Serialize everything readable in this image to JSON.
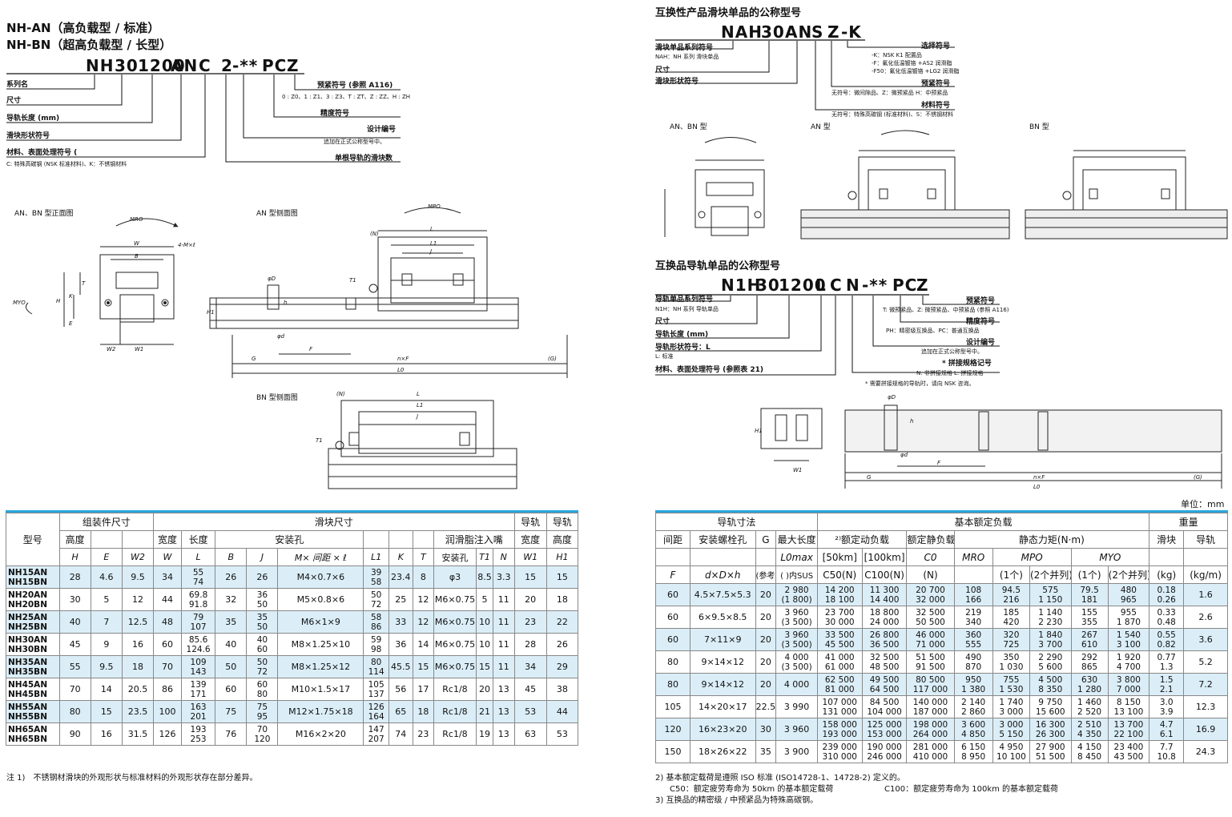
{
  "left": {
    "title_an": "NH-AN（高负载型 / 标准）",
    "title_bn": "NH-BN（超高负载型 / 长型）",
    "code_parts": [
      "NH",
      "30",
      "1200",
      "AN",
      "C",
      "2",
      "-**",
      "PC",
      "Z"
    ],
    "code_labels": [
      {
        "text": "系列名"
      },
      {
        "text": "尺寸"
      },
      {
        "text": "导轨长度 (mm)"
      },
      {
        "text": "滑块形状符号"
      },
      {
        "text": "材料、表面处理符号 ("
      },
      {
        "text": "C: 特殊高碳钢 (NSK 标准材料)、K：不锈钢材料"
      }
    ],
    "code_right_labels": [
      {
        "text": "预紧符号 (参照 A116)"
      },
      {
        "text": "0 : Z0、1 : Z1、3 : Z3、T : ZT、Z : ZZ、H : ZH"
      },
      {
        "text": "精度符号"
      },
      {
        "text": "设计编号"
      },
      {
        "text": "追加在正式公称型号中。"
      },
      {
        "text": "单根导轨的滑块数"
      }
    ],
    "front_caption": "AN、BN 型正面图",
    "an_side_caption": "AN 型侧面图",
    "bn_side_caption": "BN 型侧面图"
  },
  "right": {
    "interchange_title": "互换性产品滑块单品的公称型号",
    "block_code": [
      "NAH",
      "30",
      "AN",
      "S",
      "Z",
      "-K"
    ],
    "block_labels_left": [
      "滑块单品系列符号",
      "NAH：NH 系列 滑块单品",
      "尺寸",
      "滑块形状符号"
    ],
    "block_labels_right": [
      "选择符号",
      "-K：NSK K1 配置品",
      "-F：氟化低温镀铬 +AS2 润滑脂",
      "-F50：氟化低温镀铬 +LG2 润滑脂",
      "预紧符号",
      "无符号：微间隙品、Z：微预紧品 H：中预紧品",
      "材料符号",
      "无符号：特殊高碳钢 (标准材料)、S：不锈钢材料"
    ],
    "view_captions": [
      "AN、BN 型",
      "AN 型",
      "BN 型"
    ],
    "rail_title": "互换品导轨单品的公称型号",
    "rail_code": [
      "N1H",
      "30",
      "1200",
      "L",
      "C",
      "N",
      "-**",
      "PC",
      "Z"
    ],
    "rail_labels_left": [
      "导轨单品系列符号",
      "N1H：NH 系列 导轨单品",
      "尺寸",
      "导轨长度 (mm)",
      "导轨形状符号：L",
      "L: 标准",
      "材料、表面处理符号 (参照表 21)"
    ],
    "rail_labels_right": [
      "预紧符号",
      "T: 微预紧品、Z: 微预紧品、中预紧品 (参照 A116)",
      "精度符号",
      "PH：精密级互换品、PC：普通互换品",
      "设计编号",
      "追加在正式公称型号中。",
      "* 拼接规格记号",
      "N: 非拼接规格 L: 拼接规格",
      "* 需要拼接规格的导轨时，请向 NSK 咨询。"
    ],
    "unit_label": "单位：mm"
  },
  "left_table": {
    "h_model": "型号",
    "h_assembly": "组装件尺寸",
    "h_block": "滑块尺寸",
    "h_height": "高度",
    "h_width": "宽度",
    "h_length": "长度",
    "h_mount": "安装孔",
    "h_grease": "润滑脂注入嘴",
    "h_rail1": "导轨",
    "h_rail1b": "宽度",
    "h_rail2": "导轨",
    "h_rail2b": "高度",
    "h_install": "安装孔",
    "sym": [
      "H",
      "E",
      "W2",
      "W",
      "L",
      "B",
      "J",
      "M× 间距 × ℓ",
      "L1",
      "K",
      "T",
      "",
      "T1",
      "N",
      "W1",
      "H1"
    ],
    "rows": [
      {
        "m": [
          "NH15AN",
          "NH15BN"
        ],
        "H": "28",
        "E": "4.6",
        "W2": "9.5",
        "W": "34",
        "L": [
          "55",
          "74"
        ],
        "B": "26",
        "J": "26",
        "M": "M4×0.7×6",
        "L1": [
          "39",
          "58"
        ],
        "K": "23.4",
        "T": "8",
        "gr": "φ3",
        "T1": "8.5",
        "N": "3.3",
        "W1": "15",
        "H1": "15"
      },
      {
        "m": [
          "NH20AN",
          "NH20BN"
        ],
        "H": "30",
        "E": "5",
        "W2": "12",
        "W": "44",
        "L": [
          "69.8",
          "91.8"
        ],
        "B": "32",
        "J": [
          "36",
          "50"
        ],
        "M": "M5×0.8×6",
        "L1": [
          "50",
          "72"
        ],
        "K": "25",
        "T": "12",
        "gr": "M6×0.75",
        "T1": "5",
        "N": "11",
        "W1": "20",
        "H1": "18"
      },
      {
        "m": [
          "NH25AN",
          "NH25BN"
        ],
        "H": "40",
        "E": "7",
        "W2": "12.5",
        "W": "48",
        "L": [
          "79",
          "107"
        ],
        "B": "35",
        "J": [
          "35",
          "50"
        ],
        "M": "M6×1×9",
        "L1": [
          "58",
          "86"
        ],
        "K": "33",
        "T": "12",
        "gr": "M6×0.75",
        "T1": "10",
        "N": "11",
        "W1": "23",
        "H1": "22"
      },
      {
        "m": [
          "NH30AN",
          "NH30BN"
        ],
        "H": "45",
        "E": "9",
        "W2": "16",
        "W": "60",
        "L": [
          "85.6",
          "124.6"
        ],
        "B": "40",
        "J": [
          "40",
          "60"
        ],
        "M": "M8×1.25×10",
        "L1": [
          "59",
          "98"
        ],
        "K": "36",
        "T": "14",
        "gr": "M6×0.75",
        "T1": "10",
        "N": "11",
        "W1": "28",
        "H1": "26"
      },
      {
        "m": [
          "NH35AN",
          "NH35BN"
        ],
        "H": "55",
        "E": "9.5",
        "W2": "18",
        "W": "70",
        "L": [
          "109",
          "143"
        ],
        "B": "50",
        "J": [
          "50",
          "72"
        ],
        "M": "M8×1.25×12",
        "L1": [
          "80",
          "114"
        ],
        "K": "45.5",
        "T": "15",
        "gr": "M6×0.75",
        "T1": "15",
        "N": "11",
        "W1": "34",
        "H1": "29"
      },
      {
        "m": [
          "NH45AN",
          "NH45BN"
        ],
        "H": "70",
        "E": "14",
        "W2": "20.5",
        "W": "86",
        "L": [
          "139",
          "171"
        ],
        "B": "60",
        "J": [
          "60",
          "80"
        ],
        "M": "M10×1.5×17",
        "L1": [
          "105",
          "137"
        ],
        "K": "56",
        "T": "17",
        "gr": "Rc1/8",
        "T1": "20",
        "N": "13",
        "W1": "45",
        "H1": "38"
      },
      {
        "m": [
          "NH55AN",
          "NH55BN"
        ],
        "H": "80",
        "E": "15",
        "W2": "23.5",
        "W": "100",
        "L": [
          "163",
          "201"
        ],
        "B": "75",
        "J": [
          "75",
          "95"
        ],
        "M": "M12×1.75×18",
        "L1": [
          "126",
          "164"
        ],
        "K": "65",
        "T": "18",
        "gr": "Rc1/8",
        "T1": "21",
        "N": "13",
        "W1": "53",
        "H1": "44"
      },
      {
        "m": [
          "NH65AN",
          "NH65BN"
        ],
        "H": "90",
        "E": "16",
        "W2": "31.5",
        "W": "126",
        "L": [
          "193",
          "253"
        ],
        "B": "76",
        "J": [
          "70",
          "120"
        ],
        "M": "M16×2×20",
        "L1": [
          "147",
          "207"
        ],
        "K": "74",
        "T": "23",
        "gr": "Rc1/8",
        "T1": "19",
        "N": "13",
        "W1": "63",
        "H1": "53"
      }
    ],
    "note1": "注 1)　不锈钢材滑块的外观形状与标准材料的外观形状存在部分差异。"
  },
  "right_table": {
    "h_rail": "导轨寸法",
    "h_load": "基本额定负载",
    "h_weight": "重量",
    "h_pitch": "间距",
    "h_bolt": "安装螺栓孔",
    "h_G": "G",
    "h_maxlen": "最大长度",
    "h_dyn": "²⁾额定动负载",
    "h_stat": "额定静负载",
    "h_moment": "静态力矩(N·m)",
    "h_block": "滑块",
    "h_railw": "导轨",
    "h_50": "[50km]",
    "h_100": "[100km]",
    "h_F": "F",
    "h_dDh": "d×D×h",
    "h_ref": "(参考)",
    "h_Lomax": "L0max",
    "h_sus": "( )内SUS",
    "h_C50": "C50(N)",
    "h_C100": "C100(N)",
    "h_C0": "C0",
    "h_C0n": "(N)",
    "h_MRO": "MRO",
    "h_MPO": "MPO",
    "h_MYO": "MYO",
    "h_one": "(1个)",
    "h_two": "(2个并列)",
    "h_kg": "(kg)",
    "h_kgm": "(kg/m)",
    "rows": [
      {
        "F": "60",
        "d": "4.5×7.5×5.3",
        "G": "20",
        "Lo": [
          "2 980",
          "(1 800)"
        ],
        "C50": [
          "14 200",
          "18 100"
        ],
        "C100": [
          "11 300",
          "14 400"
        ],
        "C0": [
          "20 700",
          "32 000"
        ],
        "MRO": [
          "108",
          "166"
        ],
        "MPO1": [
          "94.5",
          "216"
        ],
        "MPO2": [
          "575",
          "1 150"
        ],
        "MYO1": [
          "79.5",
          "181"
        ],
        "MYO2": [
          "480",
          "965"
        ],
        "blk": [
          "0.18",
          "0.26"
        ],
        "rail": "1.6"
      },
      {
        "F": "60",
        "d": "6×9.5×8.5",
        "G": "20",
        "Lo": [
          "3 960",
          "(3 500)"
        ],
        "C50": [
          "23 700",
          "30 000"
        ],
        "C100": [
          "18 800",
          "24 000"
        ],
        "C0": [
          "32 500",
          "50 500"
        ],
        "MRO": [
          "219",
          "340"
        ],
        "MPO1": [
          "185",
          "420"
        ],
        "MPO2": [
          "1 140",
          "2 230"
        ],
        "MYO1": [
          "155",
          "355"
        ],
        "MYO2": [
          "955",
          "1 870"
        ],
        "blk": [
          "0.33",
          "0.48"
        ],
        "rail": "2.6"
      },
      {
        "F": "60",
        "d": "7×11×9",
        "G": "20",
        "Lo": [
          "3 960",
          "(3 500)"
        ],
        "C50": [
          "33 500",
          "45 500"
        ],
        "C100": [
          "26 800",
          "36 500"
        ],
        "C0": [
          "46 000",
          "71 000"
        ],
        "MRO": [
          "360",
          "555"
        ],
        "MPO1": [
          "320",
          "725"
        ],
        "MPO2": [
          "1 840",
          "3 700"
        ],
        "MYO1": [
          "267",
          "610"
        ],
        "MYO2": [
          "1 540",
          "3 100"
        ],
        "blk": [
          "0.55",
          "0.82"
        ],
        "rail": "3.6"
      },
      {
        "F": "80",
        "d": "9×14×12",
        "G": "20",
        "Lo": [
          "4 000",
          "(3 500)"
        ],
        "C50": [
          "41 000",
          "61 000"
        ],
        "C100": [
          "32 500",
          "48 500"
        ],
        "C0": [
          "51 500",
          "91 500"
        ],
        "MRO": [
          "490",
          "870"
        ],
        "MPO1": [
          "350",
          "1 030"
        ],
        "MPO2": [
          "2 290",
          "5 600"
        ],
        "MYO1": [
          "292",
          "865"
        ],
        "MYO2": [
          "1 920",
          "4 700"
        ],
        "blk": [
          "0.77",
          "1.3"
        ],
        "rail": "5.2"
      },
      {
        "F": "80",
        "d": "9×14×12",
        "G": "20",
        "Lo": [
          "4 000",
          ""
        ],
        "C50": [
          "62 500",
          "81 000"
        ],
        "C100": [
          "49 500",
          "64 500"
        ],
        "C0": [
          "80 500",
          "117 000"
        ],
        "MRO": [
          "950",
          "1 380"
        ],
        "MPO1": [
          "755",
          "1 530"
        ],
        "MPO2": [
          "4 500",
          "8 350"
        ],
        "MYO1": [
          "630",
          "1 280"
        ],
        "MYO2": [
          "3 800",
          "7 000"
        ],
        "blk": [
          "1.5",
          "2.1"
        ],
        "rail": "7.2"
      },
      {
        "F": "105",
        "d": "14×20×17",
        "G": "22.5",
        "Lo": [
          "3 990",
          ""
        ],
        "C50": [
          "107 000",
          "131 000"
        ],
        "C100": [
          "84 500",
          "104 000"
        ],
        "C0": [
          "140 000",
          "187 000"
        ],
        "MRO": [
          "2 140",
          "2 860"
        ],
        "MPO1": [
          "1 740",
          "3 000"
        ],
        "MPO2": [
          "9 750",
          "15 600"
        ],
        "MYO1": [
          "1 460",
          "2 520"
        ],
        "MYO2": [
          "8 150",
          "13 100"
        ],
        "blk": [
          "3.0",
          "3.9"
        ],
        "rail": "12.3"
      },
      {
        "F": "120",
        "d": "16×23×20",
        "G": "30",
        "Lo": [
          "3 960",
          ""
        ],
        "C50": [
          "158 000",
          "193 000"
        ],
        "C100": [
          "125 000",
          "153 000"
        ],
        "C0": [
          "198 000",
          "264 000"
        ],
        "MRO": [
          "3 600",
          "4 850"
        ],
        "MPO1": [
          "3 000",
          "5 150"
        ],
        "MPO2": [
          "16 300",
          "26 300"
        ],
        "MYO1": [
          "2 510",
          "4 350"
        ],
        "MYO2": [
          "13 700",
          "22 100"
        ],
        "blk": [
          "4.7",
          "6.1"
        ],
        "rail": "16.9"
      },
      {
        "F": "150",
        "d": "18×26×22",
        "G": "35",
        "Lo": [
          "3 900",
          ""
        ],
        "C50": [
          "239 000",
          "310 000"
        ],
        "C100": [
          "190 000",
          "246 000"
        ],
        "C0": [
          "281 000",
          "410 000"
        ],
        "MRO": [
          "6 150",
          "8 950"
        ],
        "MPO1": [
          "4 950",
          "10 100"
        ],
        "MPO2": [
          "27 900",
          "51 500"
        ],
        "MYO1": [
          "4 150",
          "8 450"
        ],
        "MYO2": [
          "23 400",
          "43 500"
        ],
        "blk": [
          "7.7",
          "10.8"
        ],
        "rail": "24.3"
      }
    ],
    "note2": "2) 基本额定载荷是遵照 ISO 标准 (ISO14728-1、14728-2) 定义的。",
    "note2b_c50": "C50：额定疲劳寿命为 50km 的基本额定载荷",
    "note2b_c100": "C100：额定疲劳寿命为 100km 的基本额定载荷",
    "note3": "3) 互换品的精密级 / 中预紧品为特殊高碳钢。"
  },
  "dims": {
    "front": [
      "MRO",
      "W",
      "B",
      "4-M×ℓ",
      "T",
      "K",
      "H",
      "E",
      "MYO",
      "W2",
      "W1"
    ],
    "side_an": [
      "MPO",
      "(N)",
      "L",
      "L1",
      "J",
      "T1",
      "φD",
      "h",
      "H1",
      "φd",
      "F",
      "G",
      "n×F",
      "(G)",
      "L0"
    ],
    "side_bn": [
      "(N)",
      "L",
      "L1",
      "J",
      "T1"
    ],
    "rail_section": [
      "φD",
      "h",
      "H1",
      "φd",
      "W1",
      "F",
      "G",
      "n×F",
      "(G)",
      "L0"
    ]
  },
  "colors": {
    "accent": "#2aa6dc",
    "highlight_row": "#dbeef8"
  }
}
